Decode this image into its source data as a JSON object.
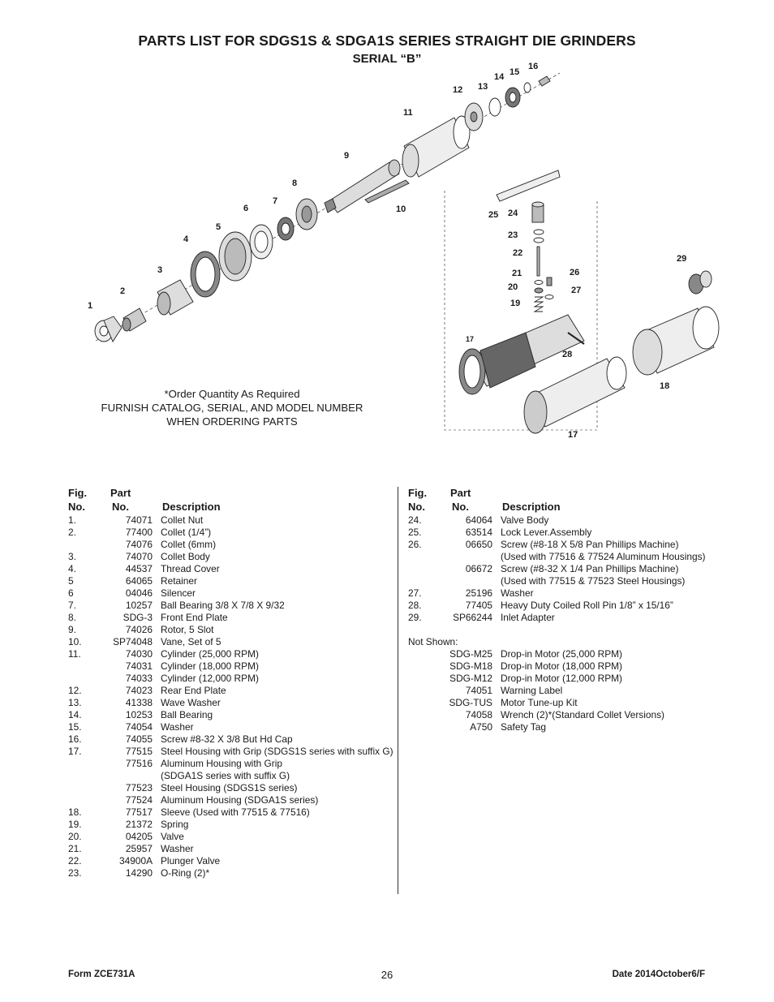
{
  "header": {
    "title": "PARTS LIST FOR SDGS1S & SDGA1S SERIES STRAIGHT DIE GRINDERS",
    "subtitle": "SERIAL “B”"
  },
  "diagram": {
    "callouts": [
      "1",
      "2",
      "3",
      "4",
      "5",
      "6",
      "7",
      "8",
      "9",
      "10",
      "11",
      "12",
      "13",
      "14",
      "15",
      "16",
      "17",
      "17",
      "18",
      "19",
      "20",
      "21",
      "22",
      "23",
      "24",
      "25",
      "26",
      "27",
      "28",
      "29"
    ],
    "note_lines": [
      "*Order Quantity As Required",
      "FURNISH CATALOG, SERIAL, AND MODEL NUMBER",
      "WHEN ORDERING PARTS"
    ]
  },
  "table_headers": {
    "fig_top": "Fig.",
    "fig_bottom": "No.",
    "part_top": "Part",
    "part_bottom": "No.",
    "description": "Description"
  },
  "left_rows": [
    {
      "fig": "1.",
      "part": "74071",
      "desc": "Collet Nut"
    },
    {
      "fig": "2.",
      "part": "77400",
      "desc": "Collet (1/4”)"
    },
    {
      "fig": "",
      "part": "74076",
      "desc": "Collet (6mm)"
    },
    {
      "fig": "3.",
      "part": "74070",
      "desc": "Collet Body"
    },
    {
      "fig": "4.",
      "part": "44537",
      "desc": "Thread Cover"
    },
    {
      "fig": "5",
      "part": "64065",
      "desc": "Retainer"
    },
    {
      "fig": "6",
      "part": "04046",
      "desc": "Silencer"
    },
    {
      "fig": "7.",
      "part": "10257",
      "desc": "Ball Bearing 3/8 X 7/8 X 9/32"
    },
    {
      "fig": "8.",
      "part": "SDG-3",
      "desc": "Front End Plate"
    },
    {
      "fig": "9.",
      "part": "74026",
      "desc": "Rotor, 5 Slot"
    },
    {
      "fig": "10.",
      "part": "SP74048",
      "desc": "Vane, Set of 5"
    },
    {
      "fig": "11.",
      "part": "74030",
      "desc": "Cylinder (25,000 RPM)"
    },
    {
      "fig": "",
      "part": "74031",
      "desc": "Cylinder (18,000 RPM)"
    },
    {
      "fig": "",
      "part": "74033",
      "desc": "Cylinder (12,000 RPM)"
    },
    {
      "fig": "12.",
      "part": "74023",
      "desc": "Rear End Plate"
    },
    {
      "fig": "13.",
      "part": "41338",
      "desc": "Wave Washer"
    },
    {
      "fig": "14.",
      "part": "10253",
      "desc": "Ball Bearing"
    },
    {
      "fig": "15.",
      "part": "74054",
      "desc": "Washer"
    },
    {
      "fig": "16.",
      "part": "74055",
      "desc": "Screw #8-32 X 3/8 But Hd Cap"
    },
    {
      "fig": "17.",
      "part": "77515",
      "desc": "Steel Housing with Grip (SDGS1S series with suffix G)"
    },
    {
      "fig": "",
      "part": "77516",
      "desc": "Aluminum Housing with Grip"
    },
    {
      "fig": "",
      "part": "",
      "desc": "(SDGA1S series with suffix G)"
    },
    {
      "fig": "",
      "part": "77523",
      "desc": "Steel Housing (SDGS1S series)"
    },
    {
      "fig": "",
      "part": "77524",
      "desc": "Aluminum Housing (SDGA1S series)"
    },
    {
      "fig": "18.",
      "part": "77517",
      "desc": "Sleeve (Used with 77515 & 77516)"
    },
    {
      "fig": "19.",
      "part": "21372",
      "desc": "Spring"
    },
    {
      "fig": "20.",
      "part": "04205",
      "desc": "Valve"
    },
    {
      "fig": "21.",
      "part": "25957",
      "desc": "Washer"
    },
    {
      "fig": "22.",
      "part": "34900A",
      "desc": "Plunger Valve"
    },
    {
      "fig": "23.",
      "part": "14290",
      "desc": "O-Ring (2)*"
    }
  ],
  "right_rows": [
    {
      "fig": "24.",
      "part": "64064",
      "desc": "Valve Body"
    },
    {
      "fig": "25.",
      "part": "63514",
      "desc": "Lock Lever.Assembly"
    },
    {
      "fig": "26.",
      "part": "06650",
      "desc": "Screw (#8-18 X 5/8 Pan Phillips Machine)"
    },
    {
      "fig": "",
      "part": "",
      "desc": "(Used with 77516 & 77524 Aluminum Housings)"
    },
    {
      "fig": "",
      "part": "06672",
      "desc": "Screw (#8-32 X 1/4 Pan Phillips Machine)"
    },
    {
      "fig": "",
      "part": "",
      "desc": "(Used with 77515 & 77523 Steel Housings)"
    },
    {
      "fig": "27.",
      "part": "25196",
      "desc": "Washer"
    },
    {
      "fig": "28.",
      "part": "77405",
      "desc": "Heavy Duty Coiled Roll Pin 1/8” x 15/16”"
    },
    {
      "fig": "29.",
      "part": "SP66244",
      "desc": "Inlet Adapter"
    },
    {
      "fig": "",
      "part": "",
      "desc": ""
    },
    {
      "fig": "Not Shown:",
      "part": "",
      "desc": ""
    },
    {
      "fig": "",
      "part": "SDG-M25",
      "desc": "Drop-in Motor (25,000 RPM)"
    },
    {
      "fig": "",
      "part": "SDG-M18",
      "desc": "Drop-in Motor (18,000 RPM)"
    },
    {
      "fig": "",
      "part": "SDG-M12",
      "desc": "Drop-in Motor (12,000 RPM)"
    },
    {
      "fig": "",
      "part": "74051",
      "desc": "Warning Label"
    },
    {
      "fig": "",
      "part": "SDG-TUS",
      "desc": "Motor Tune-up Kit"
    },
    {
      "fig": "",
      "part": "74058",
      "desc": "Wrench (2)*(Standard Collet Versions)"
    },
    {
      "fig": "",
      "part": "A750",
      "desc": "Safety Tag"
    }
  ],
  "footer": {
    "form": "Form ZCE731A",
    "page": "26",
    "date": "Date 2014October6/F"
  }
}
